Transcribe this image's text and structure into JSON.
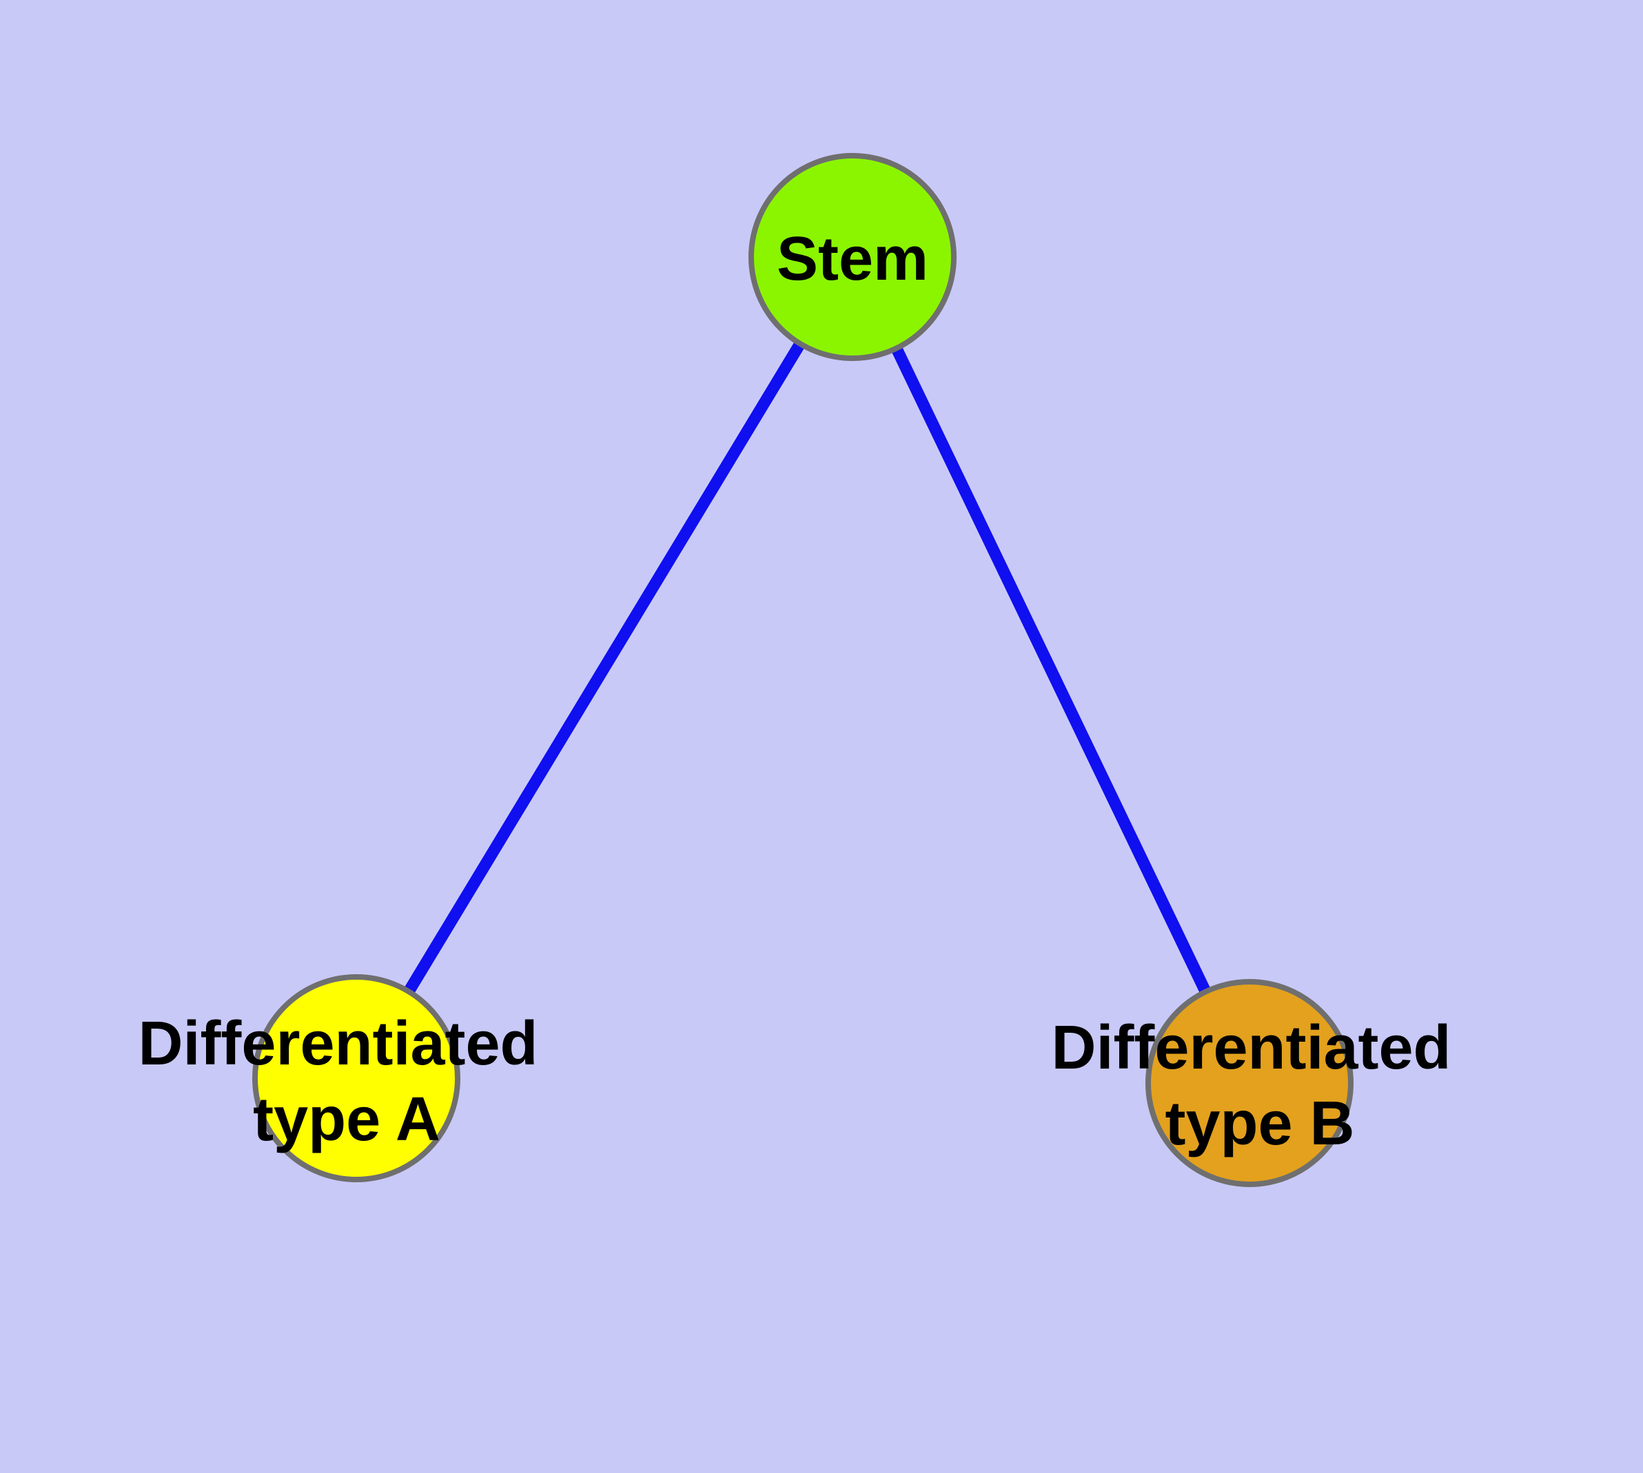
{
  "diagram": {
    "type": "graph",
    "description": "Stem cell differentiation diagram with one parent node and two child nodes",
    "nodes": {
      "stem": {
        "label": "Stem",
        "fill": "#8BF500"
      },
      "type_a": {
        "lines": [
          "Differentiated",
          "type A"
        ],
        "full_label": "Differentiated type A",
        "fill": "#FFFF00"
      },
      "type_b": {
        "lines": [
          "Differentiated",
          "type B"
        ],
        "full_label": "Differentiated type B",
        "fill": "#E3A11D"
      }
    },
    "edges": [
      {
        "from": "Stem",
        "to": "Differentiated type A"
      },
      {
        "from": "Stem",
        "to": "Differentiated type B"
      }
    ],
    "colors": {
      "background": "#C9C9F8",
      "edge": "#0F0FF0",
      "node_border": "#6F6F6F",
      "label_text": "#000000"
    }
  }
}
